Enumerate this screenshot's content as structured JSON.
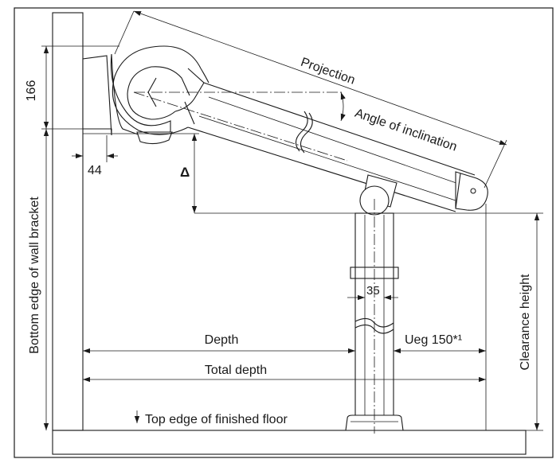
{
  "labels": {
    "projection": "Projection",
    "angle_of_inclination": "Angle of inclination",
    "dim_166": "166",
    "dim_44": "44",
    "delta": "Δ",
    "bottom_edge": "Bottom edge of wall bracket",
    "dim_35": "35",
    "depth": "Depth",
    "ueg": "Ueg 150*¹",
    "total_depth": "Total depth",
    "clearance_height": "Clearance height",
    "floor": "Top edge of finished floor"
  },
  "colors": {
    "line": "#1a1a1a",
    "background": "#ffffff"
  }
}
